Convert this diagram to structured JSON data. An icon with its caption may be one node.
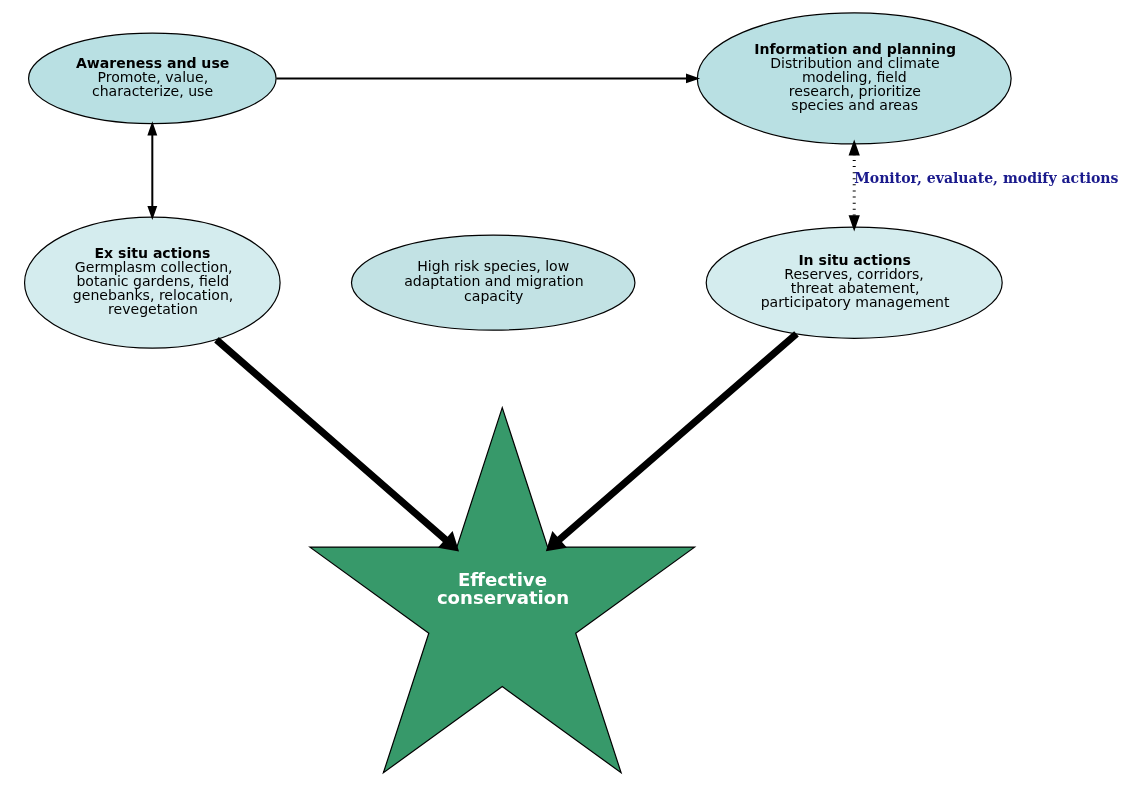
{
  "diagram": {
    "nodes": [
      {
        "text": [
          "Awareness and use",
          "Promote, value, characterize, use"
        ]
      },
      {
        "text": [
          "Information and planning",
          "Distribution and climate modeling, field research, prioritize species and areas"
        ]
      },
      {
        "text": [
          "Effective conservation"
        ]
      },
      {
        "text": [
          "Ex situ actions",
          "Germplasm collection, botanic gardens, field genebanks, relocation, revegetation"
        ]
      },
      {
        "text": [
          "High risk species, low adaptation and migration capacity"
        ]
      },
      {
        "text": [
          "In situ actions",
          "Reserves, corridors, threat abatement, participatory management"
        ]
      }
    ],
    "edges": [
      {
        "from": 0,
        "to": 1,
        "arrow": "to"
      },
      {
        "from": 0,
        "to": 3,
        "arrow": "both"
      },
      {
        "from": 3,
        "to": 2,
        "arrow": "to",
        "style": "thick"
      },
      {
        "from": 5,
        "to": 2,
        "arrow": "to",
        "style": "thick"
      },
      {
        "from": 1,
        "to": 5,
        "arrow": "both",
        "style": "dashed",
        "label": "Monitor, evaluate, modify actions"
      }
    ]
  }
}
